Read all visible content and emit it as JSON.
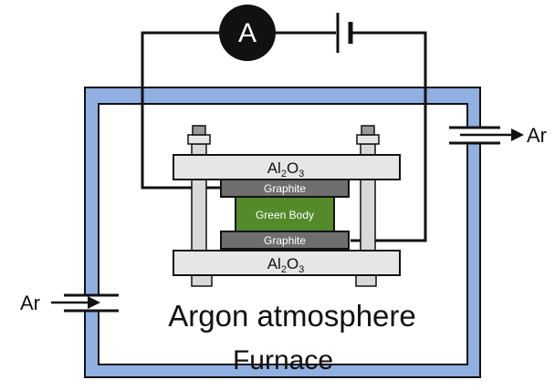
{
  "diagram": {
    "ammeter": {
      "symbol": "A"
    },
    "top_plate": {
      "label_main": "Al",
      "label_sub": "2",
      "label_main2": "O",
      "label_sub2": "3"
    },
    "bottom_plate": {
      "label_main": "Al",
      "label_sub": "2",
      "label_main2": "O",
      "label_sub2": "3"
    },
    "top_graphite": {
      "label": "Graphite"
    },
    "bottom_graphite": {
      "label": "Graphite"
    },
    "sample": {
      "label": "Green Body"
    },
    "gas_in": {
      "label": "Ar"
    },
    "gas_out": {
      "label": "Ar"
    },
    "atmosphere": {
      "label": "Argon atmosphere"
    },
    "furnace": {
      "label": "Furnace"
    }
  },
  "colors": {
    "furnace_wall": "#8fb0e0",
    "plate": "#e6e6e6",
    "graphite": "#6e6e6e",
    "green_body": "#548a2a",
    "wire": "#111111",
    "ammeter": "#111111",
    "post": "#d9d9d9"
  }
}
